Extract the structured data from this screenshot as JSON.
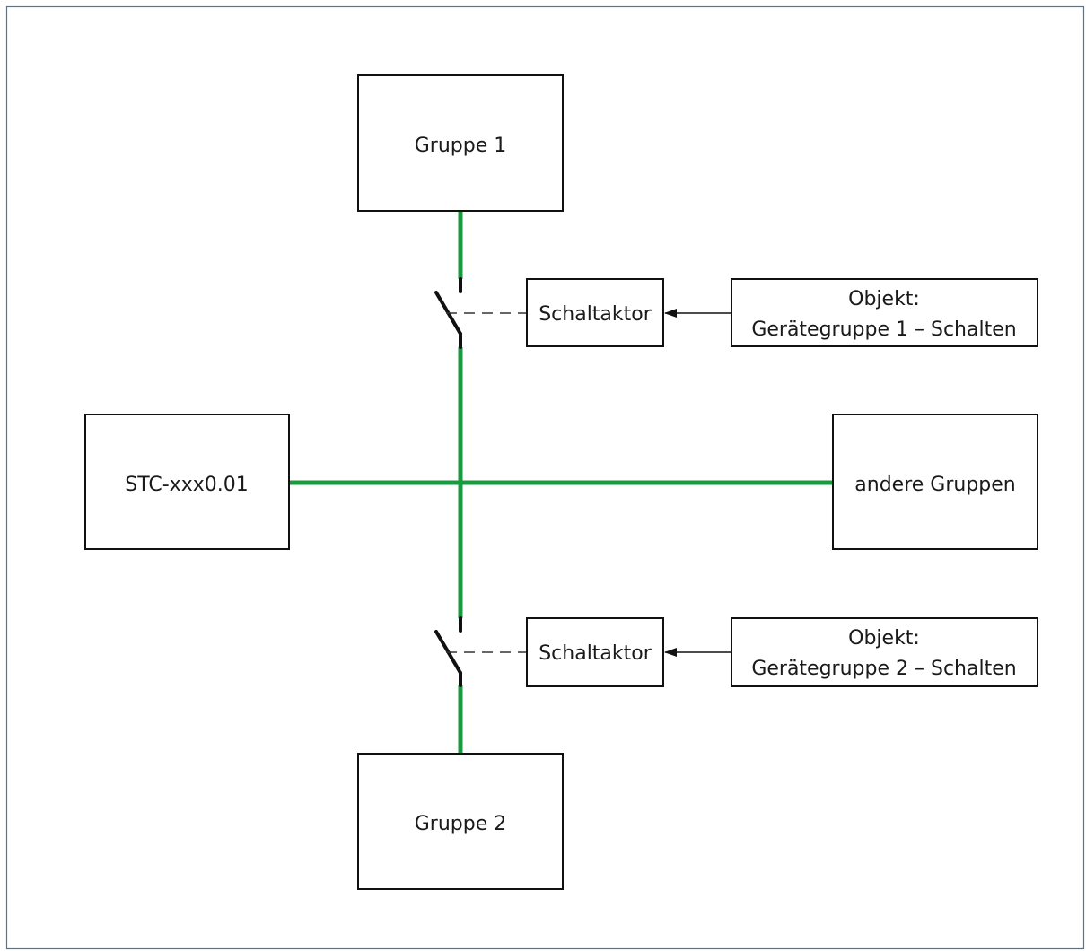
{
  "colors": {
    "frame": "#3a7ab8",
    "box_stroke": "#111111",
    "line_green": "#1a9a3f",
    "switch_black": "#111111"
  },
  "nodes": {
    "gruppe1": "Gruppe 1",
    "gruppe2": "Gruppe 2",
    "stc": "STC-xxx0.01",
    "andere": "andere Gruppen",
    "aktor_top": "Schaltaktor",
    "aktor_bottom": "Schaltaktor",
    "objekt_top": [
      "Objekt:",
      "Gerätegruppe 1 – Schalten"
    ],
    "objekt_bottom": [
      "Objekt:",
      "Gerätegruppe 2 – Schalten"
    ]
  }
}
